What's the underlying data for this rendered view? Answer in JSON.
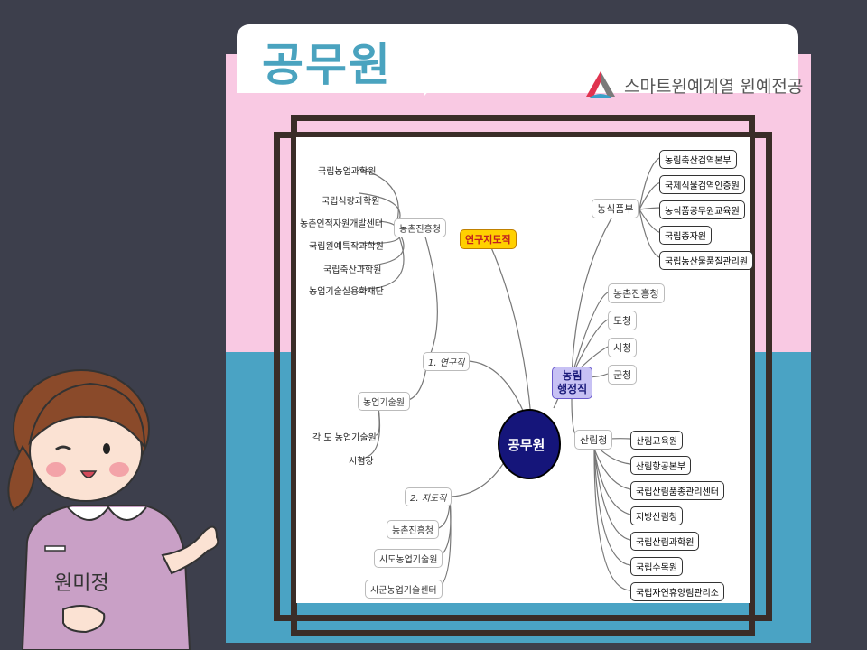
{
  "slide": {
    "title": "공무원",
    "brand": "스마트원예계열 원예전공",
    "character_name": "원미정"
  },
  "colors": {
    "background": "#3d3f4c",
    "pink": "#f9c9e3",
    "blue": "#4aa3c4",
    "title": "#4aa3bf",
    "center_node": "#1a1a7a",
    "research_node": "#ffd000",
    "admin_node": "#c7c1f4"
  },
  "mindmap": {
    "center": "공무원",
    "research_header": "연구지도직",
    "research": {
      "label": "1. 연구직",
      "rda": {
        "label": "농촌진흥청",
        "children": [
          "국립농업과학원",
          "국립식량과학원",
          "농촌인적자원개발센터",
          "국립원예특작과학원",
          "국립축산과학원",
          "농업기술실용화재단"
        ]
      },
      "ata": {
        "label": "농업기술원",
        "children": [
          "각 도 농업기술원",
          "시험장"
        ]
      }
    },
    "guidance": {
      "label": "2. 지도직",
      "children": [
        "농촌진흥청",
        "시도농업기술원",
        "시군농업기술센터"
      ]
    },
    "admin": {
      "label_line1": "농림",
      "label_line2": "행정직",
      "mafra": {
        "label": "농식품부",
        "children": [
          "농림축산검역본부",
          "국제식물검역인증원",
          "농식품공무원교육원",
          "국립종자원",
          "국립농산물품질관리원"
        ]
      },
      "others": [
        "농촌진흥청",
        "도청",
        "시청",
        "군청"
      ],
      "forest": {
        "label": "산림청",
        "children": [
          "산림교육원",
          "산림항공본부",
          "국립산림품종관리센터",
          "지방산림청",
          "국립산림과학원",
          "국립수목원",
          "국립자연휴양림관리소"
        ]
      }
    }
  }
}
